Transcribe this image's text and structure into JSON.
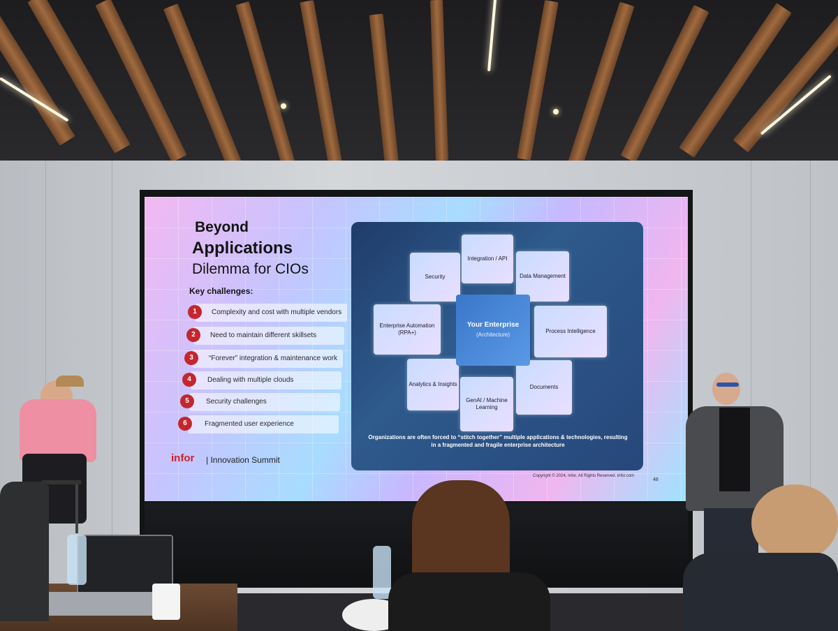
{
  "slide": {
    "title_line1": "Beyond",
    "title_line2": "Applications",
    "title_line3": "Dilemma for CIOs",
    "key_challenges_label": "Key challenges:",
    "challenges": [
      {
        "num": "1",
        "text": "Complexity and cost with multiple vendors"
      },
      {
        "num": "2",
        "text": "Need to maintain different skillsets"
      },
      {
        "num": "3",
        "text": "“Forever” integration & maintenance work"
      },
      {
        "num": "4",
        "text": "Dealing with multiple clouds"
      },
      {
        "num": "5",
        "text": "Security challenges"
      },
      {
        "num": "6",
        "text": "Fragmented user experience"
      }
    ],
    "diagram": {
      "center_title": "Your Enterprise",
      "center_subtitle": "(Architecture)",
      "tiles": {
        "integration": "Integration / API",
        "security": "Security",
        "data": "Data Management",
        "automation": "Enterprise Automation (RPA+)",
        "process": "Process Intelligence",
        "analytics": "Analytics & Insights",
        "documents": "Documents",
        "genai": "GenAI / Machine Learning"
      },
      "caption": "Organizations are often forced to “stitch together” multiple applications & technologies, resulting in a fragmented and fragile enterprise architecture"
    },
    "brand": "infor",
    "event": "| Innovation Summit",
    "copyright": "Copyright © 2024, Infor. All Rights Reserved. infor.com",
    "page_number": "48"
  },
  "colors": {
    "brand_red": "#c4262e",
    "diagram_blue": "#27477a"
  }
}
